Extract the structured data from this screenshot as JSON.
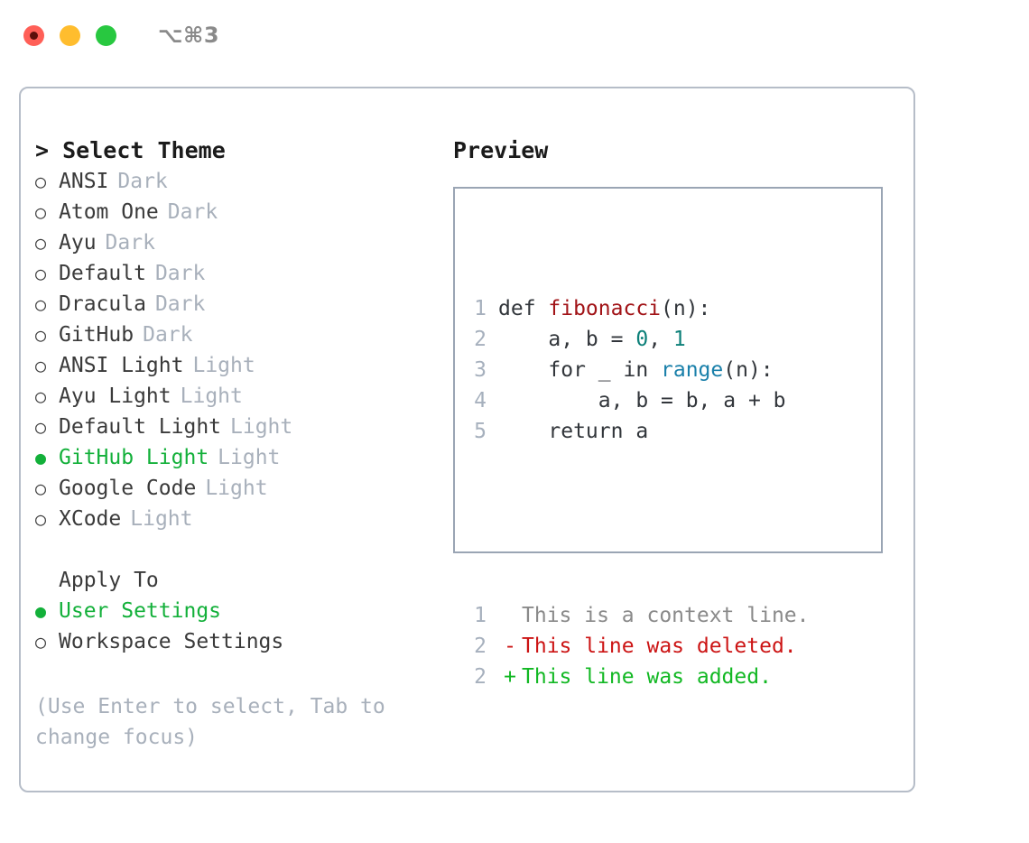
{
  "titlebar": {
    "shortcut": "⌥⌘3",
    "lights": [
      "close-red",
      "minimize-yellow",
      "maximize-green"
    ]
  },
  "theme_selector": {
    "caret": ">",
    "heading": "Select Theme",
    "bullet_unselected": "○",
    "bullet_selected": "●",
    "options": [
      {
        "label": "ANSI",
        "kind": "Dark",
        "selected": false
      },
      {
        "label": "Atom One",
        "kind": "Dark",
        "selected": false
      },
      {
        "label": "Ayu",
        "kind": "Dark",
        "selected": false
      },
      {
        "label": "Default",
        "kind": "Dark",
        "selected": false
      },
      {
        "label": "Dracula",
        "kind": "Dark",
        "selected": false
      },
      {
        "label": "GitHub",
        "kind": "Dark",
        "selected": false
      },
      {
        "label": "ANSI Light",
        "kind": "Light",
        "selected": false
      },
      {
        "label": "Ayu Light",
        "kind": "Light",
        "selected": false
      },
      {
        "label": "Default Light",
        "kind": "Light",
        "selected": false
      },
      {
        "label": "GitHub Light",
        "kind": "Light",
        "selected": true
      },
      {
        "label": "Google Code",
        "kind": "Light",
        "selected": false
      },
      {
        "label": "XCode",
        "kind": "Light",
        "selected": false
      }
    ]
  },
  "apply_to": {
    "heading": "Apply To",
    "options": [
      {
        "label": "User Settings",
        "selected": true
      },
      {
        "label": "Workspace Settings",
        "selected": false
      }
    ]
  },
  "hint": "(Use Enter to select, Tab to change focus)",
  "preview": {
    "title": "Preview",
    "code_lines": [
      {
        "no": "1",
        "tokens": [
          {
            "t": "def ",
            "c": "plain"
          },
          {
            "t": "fibonacci",
            "c": "fn"
          },
          {
            "t": "(n):",
            "c": "plain"
          }
        ]
      },
      {
        "no": "2",
        "tokens": [
          {
            "t": "    a, b = ",
            "c": "plain"
          },
          {
            "t": "0",
            "c": "num"
          },
          {
            "t": ", ",
            "c": "plain"
          },
          {
            "t": "1",
            "c": "num"
          }
        ]
      },
      {
        "no": "3",
        "tokens": [
          {
            "t": "    for _ in ",
            "c": "plain"
          },
          {
            "t": "range",
            "c": "call"
          },
          {
            "t": "(n):",
            "c": "plain"
          }
        ]
      },
      {
        "no": "4",
        "tokens": [
          {
            "t": "        a, b = b, a + b",
            "c": "plain"
          }
        ]
      },
      {
        "no": "5",
        "tokens": [
          {
            "t": "    return a",
            "c": "plain"
          }
        ]
      }
    ],
    "diff_lines": [
      {
        "no": "1",
        "marker": "",
        "text": "This is a context line.",
        "kind": "ctx"
      },
      {
        "no": "2",
        "marker": "-",
        "text": "This line was deleted.",
        "kind": "del"
      },
      {
        "no": "2",
        "marker": "+",
        "text": "This line was added.",
        "kind": "add"
      }
    ]
  },
  "colors": {
    "selected_green": "#13b03a",
    "muted": "#a8b0bb",
    "border": "#b6bdc8",
    "preview_border": "#9aa5b4",
    "lineno": "#a6b0bd",
    "token_function": "#a11317",
    "token_number": "#0d8079",
    "token_call": "#1a80aa",
    "diff_deleted": "#cc1414",
    "diff_added": "#12b823",
    "diff_context": "#8a8a8a",
    "light_red": "#ff5f57",
    "light_yellow": "#ffbd2e",
    "light_green": "#28c840"
  }
}
